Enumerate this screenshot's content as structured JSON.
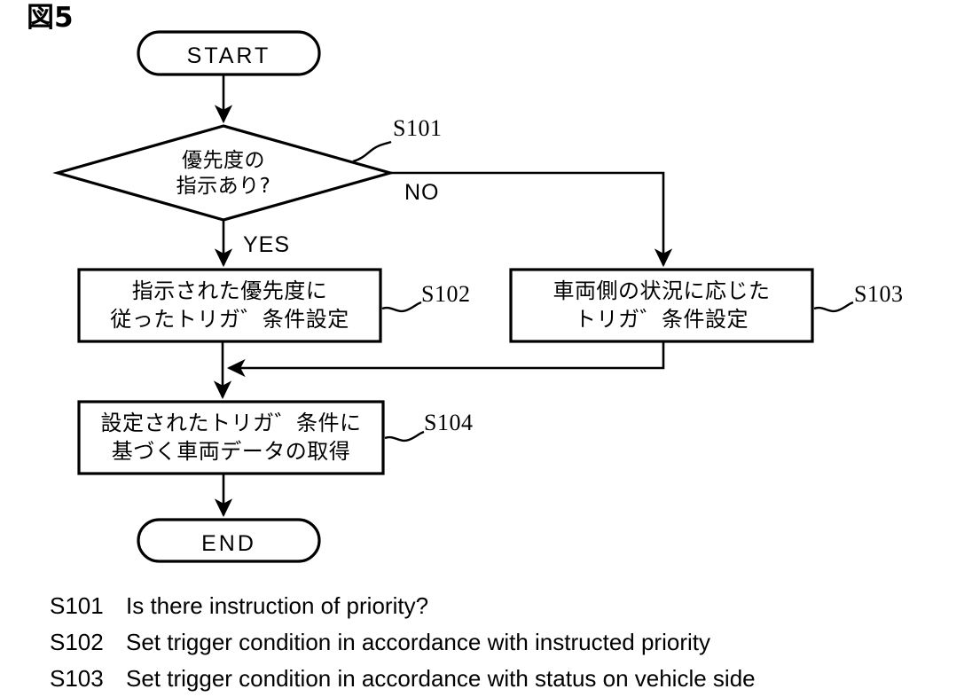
{
  "figure": {
    "caption": "図5"
  },
  "flowchart": {
    "start": {
      "label": "START"
    },
    "decision": {
      "line1": "優先度の",
      "line2": "指示あり?",
      "ref": "S101",
      "yes_label": "YES",
      "no_label": "NO"
    },
    "process_s102": {
      "line1": "指示された優先度に",
      "line2": "従ったトリガ゛条件設定",
      "ref": "S102"
    },
    "process_s103": {
      "line1": "車両側の状況に応じた",
      "line2": "トリガ゛条件設定",
      "ref": "S103"
    },
    "process_s104": {
      "line1": "設定されたトリガ゛条件に",
      "line2": "基づく車両データの取得",
      "ref": "S104"
    },
    "end": {
      "label": "END"
    }
  },
  "legend": {
    "rows": [
      {
        "code": "S101",
        "description": "Is there instruction of priority?"
      },
      {
        "code": "S102",
        "description": "Set trigger condition in accordance with instructed priority"
      },
      {
        "code": "S103",
        "description": "Set trigger condition in accordance with status on vehicle side"
      }
    ]
  },
  "colors": {
    "ink": "#000000",
    "paper": "#ffffff"
  }
}
